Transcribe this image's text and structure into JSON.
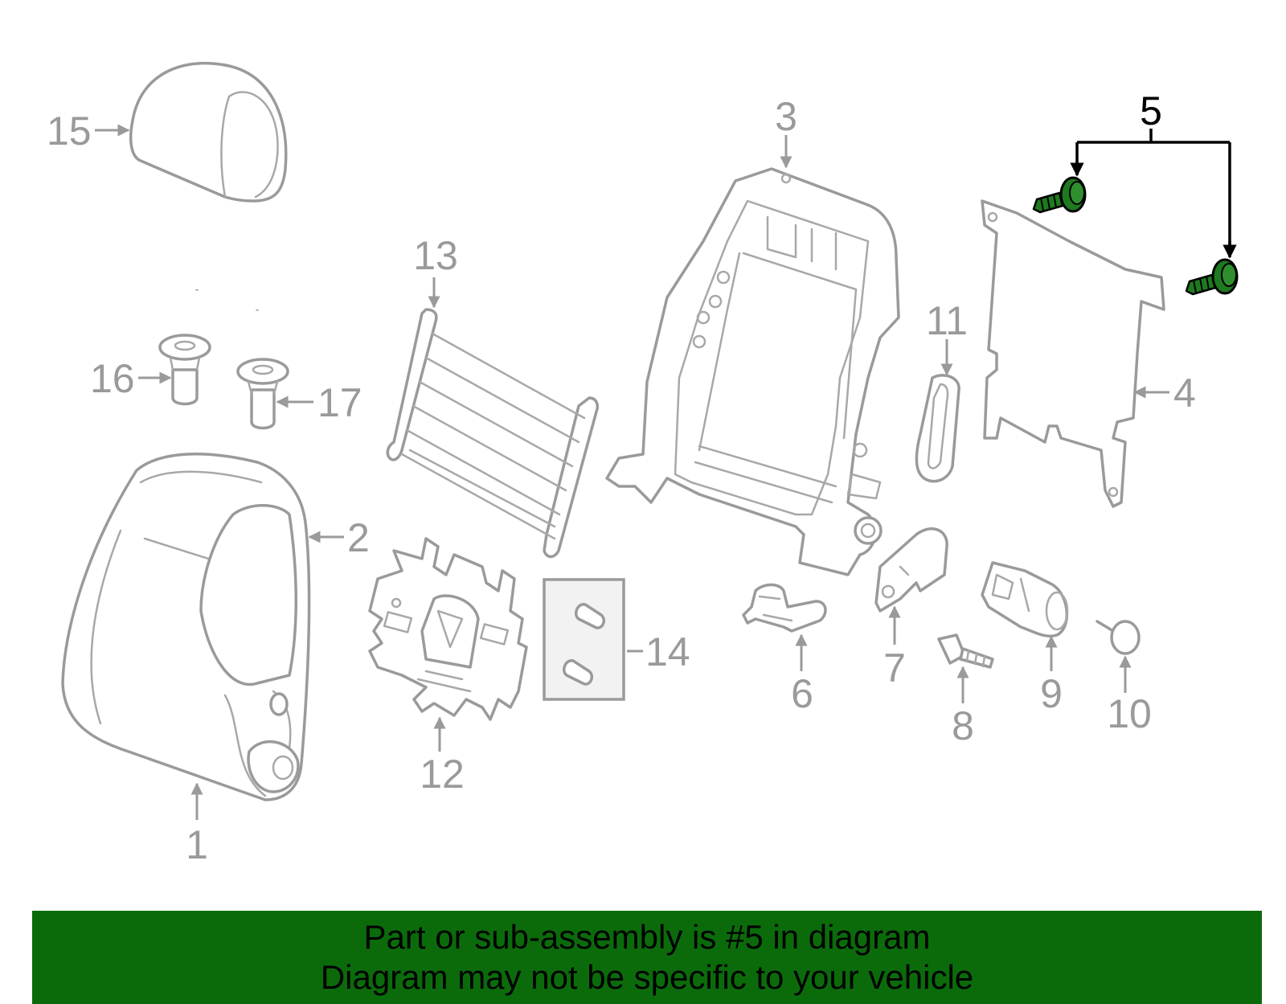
{
  "colors": {
    "part_line": "#9a9a9a",
    "label": "#9a9a9a",
    "highlight_fill": "#1e7a1e",
    "highlight_label": "#000000",
    "banner_bg": "#0b6b0b"
  },
  "diagram": {
    "selected_part": "5",
    "callouts": [
      "1",
      "2",
      "3",
      "4",
      "5",
      "6",
      "7",
      "8",
      "9",
      "10",
      "11",
      "12",
      "13",
      "14",
      "15",
      "16",
      "17"
    ]
  },
  "banner": {
    "line1": "Part or sub-assembly is #5 in diagram",
    "line2": "Diagram may not be specific to your vehicle"
  }
}
